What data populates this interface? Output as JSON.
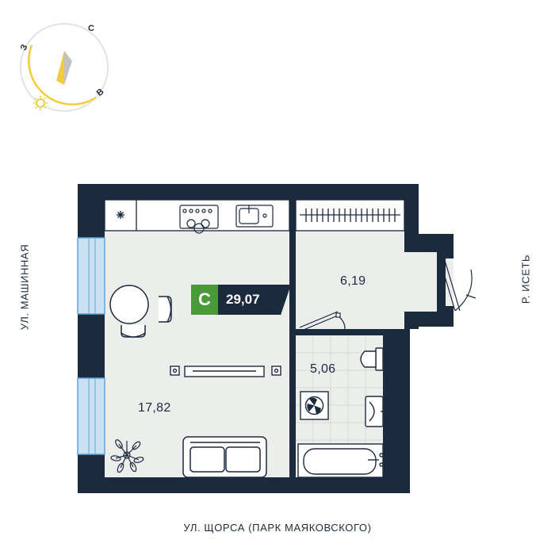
{
  "compass": {
    "north": "С",
    "west": "З",
    "east": "В",
    "colors": {
      "arc": "#f2cc3a",
      "ring": "#e3e3e3",
      "needle_dark": "#bfc3c8",
      "needle_light": "#f2cc3a"
    }
  },
  "apartment": {
    "class_letter": "С",
    "total_area": "29,07",
    "colors": {
      "class_badge": "#4a9a39",
      "area_badge": "#1c2a3e",
      "walls": "#1c2a3e",
      "floor": "#eceeec"
    }
  },
  "rooms": {
    "living": {
      "area": "17,82"
    },
    "hallway": {
      "area": "6,19"
    },
    "bathroom": {
      "area": "5,06"
    }
  },
  "streets": {
    "left": "УЛ. МАШИННАЯ",
    "right": "Р. ИСЕТЬ",
    "bottom": "УЛ. ЩОРСА (ПАРК МАЯКОВСКОГО)"
  }
}
